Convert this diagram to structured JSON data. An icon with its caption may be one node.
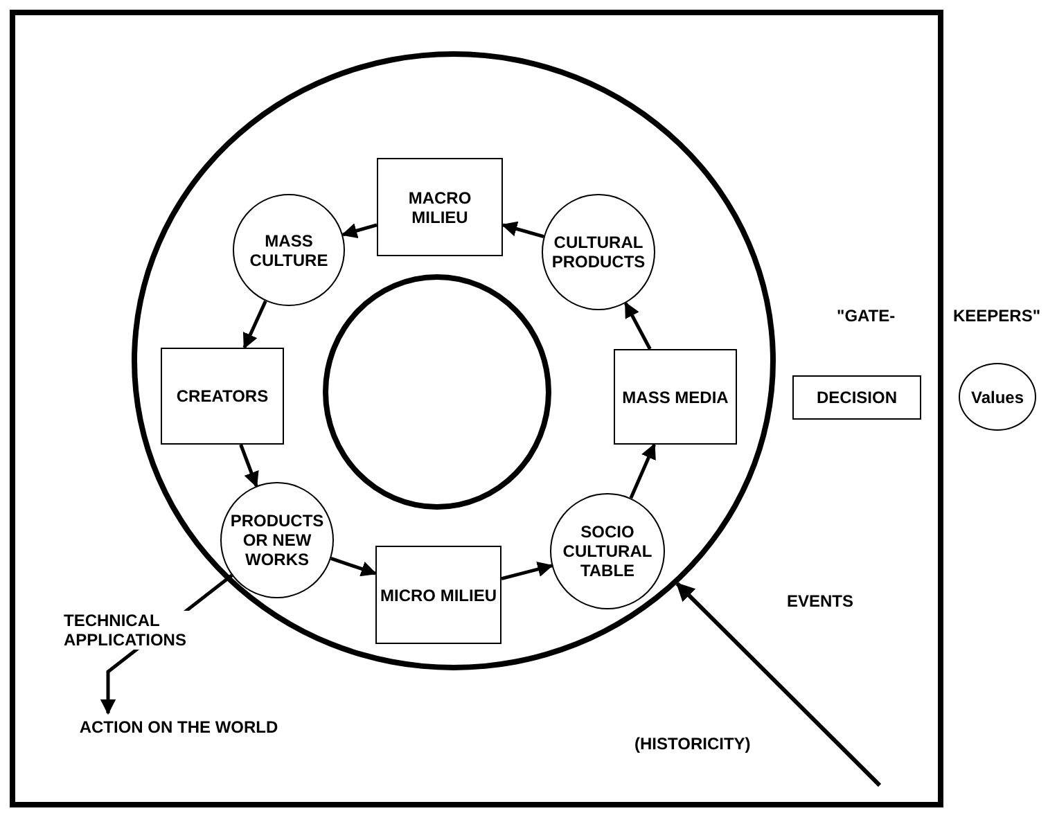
{
  "diagram": {
    "nodes": [
      {
        "text": [],
        "shape": "circle"
      },
      {
        "text": [],
        "shape": "circle",
        "in": 0
      },
      {
        "text": [
          "MACRO MILIEU"
        ],
        "in": 0
      },
      {
        "text": [
          "MASS CULTURE"
        ],
        "in": 0
      },
      {
        "text": [
          "CULTURAL PRODUCTS"
        ],
        "in": 0
      },
      {
        "text": [
          "CREATORS"
        ],
        "in": 0
      },
      {
        "text": [
          "MASS MEDIA"
        ],
        "in": 0
      },
      {
        "text": [
          "PRODUCTS OR NEW WORKS"
        ],
        "in": 0
      },
      {
        "text": [
          "MICRO MILIEU"
        ],
        "in": 0
      },
      {
        "text": [
          "SOCIO CULTURAL TABLE"
        ],
        "in": 0
      },
      {
        "text": [
          "DECISION"
        ]
      },
      {
        "text": [
          "Values"
        ]
      },
      {
        "text": [
          "ACTION ON THE WORLD"
        ]
      }
    ],
    "edges": [
      {
        "from": 2,
        "to": 3,
        "arrow": "to"
      },
      {
        "from": 3,
        "to": 5,
        "arrow": "to"
      },
      {
        "from": 5,
        "to": 7,
        "arrow": "to"
      },
      {
        "from": 7,
        "to": 8,
        "arrow": "to"
      },
      {
        "from": 8,
        "to": 9,
        "arrow": "to"
      },
      {
        "from": 9,
        "to": 6,
        "arrow": "to"
      },
      {
        "from": 6,
        "to": 4,
        "arrow": "to"
      },
      {
        "from": 4,
        "to": 2,
        "arrow": "to"
      },
      {
        "from": 7,
        "to": 12,
        "arrow": "to",
        "label": "TECHNICAL APPLICATIONS"
      },
      {
        "from": null,
        "to": 0,
        "arrow": "to"
      }
    ],
    "labels": [
      "\"GATE-",
      "KEEPERS\"",
      "EVENTS",
      "(HISTORICITY)"
    ]
  }
}
